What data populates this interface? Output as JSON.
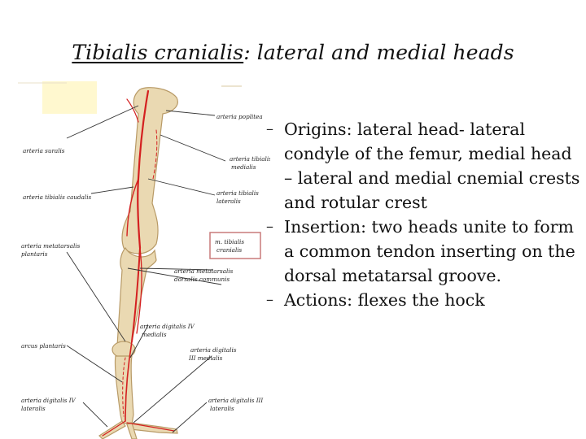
{
  "slide": {
    "title_underlined": "Tibialis cranialis",
    "title_rest": ": lateral and medial heads"
  },
  "bullets": [
    {
      "marker": "–",
      "text": "Origins: lateral head- lateral condyle of the femur, medial head – lateral and medial cnemial crests and rotular crest"
    },
    {
      "marker": "–",
      "text": "Insertion: two heads unite to form a common tendon inserting on the dorsal metatarsal groove."
    },
    {
      "marker": "–",
      "text": "Actions: flexes the hock"
    }
  ],
  "figure_labels": {
    "arteria_poplitea": "arteria poplitea",
    "arteria_suralis": "arteria suralis",
    "arteria_tibialis_medialis_1": "arteria tibialis",
    "arteria_tibialis_medialis_2": "medialis",
    "arteria_tibialis_caudalis": "arteria tibialis caudalis",
    "arteria_tibialis_lateralis_1": "arteria tibialis",
    "arteria_tibialis_lateralis_2": "lateralis",
    "arteria_metatarsalis_plantaris_1": "arteria metatarsalis",
    "arteria_metatarsalis_plantaris_2": "plantaris",
    "musculus_tibialis_cranialis_1": "m. tibialis",
    "musculus_tibialis_cranialis_2": "cranialis",
    "arteria_metatarsalis_dorsalis_1": "arteria metatarsalis",
    "arteria_metatarsalis_dorsalis_2": "dorsalis communis",
    "arteria_digitalis_iv_medialis_1": "arteria digitalis IV",
    "arteria_digitalis_iv_medialis_2": "medialis",
    "arcus_plantaris": "arcus plantaris",
    "arteria_digitalis_iii_medialis_1": "arteria digitalis",
    "arteria_digitalis_iii_medialis_2": "III medialis",
    "arteria_digitalis_iv_lateralis_1": "arteria digitalis IV",
    "arteria_digitalis_iv_lateralis_2": "lateralis",
    "arteria_digitalis_iii_lateralis_1": "arteria digitalis III",
    "arteria_digitalis_iii_lateralis_2": "lateralis"
  },
  "colors": {
    "bone": "#ead9b2",
    "bone_outline": "#b89a66",
    "artery": "#d42020",
    "callout_box": "#c87a7a",
    "corner_patch": "#fff8cf"
  }
}
